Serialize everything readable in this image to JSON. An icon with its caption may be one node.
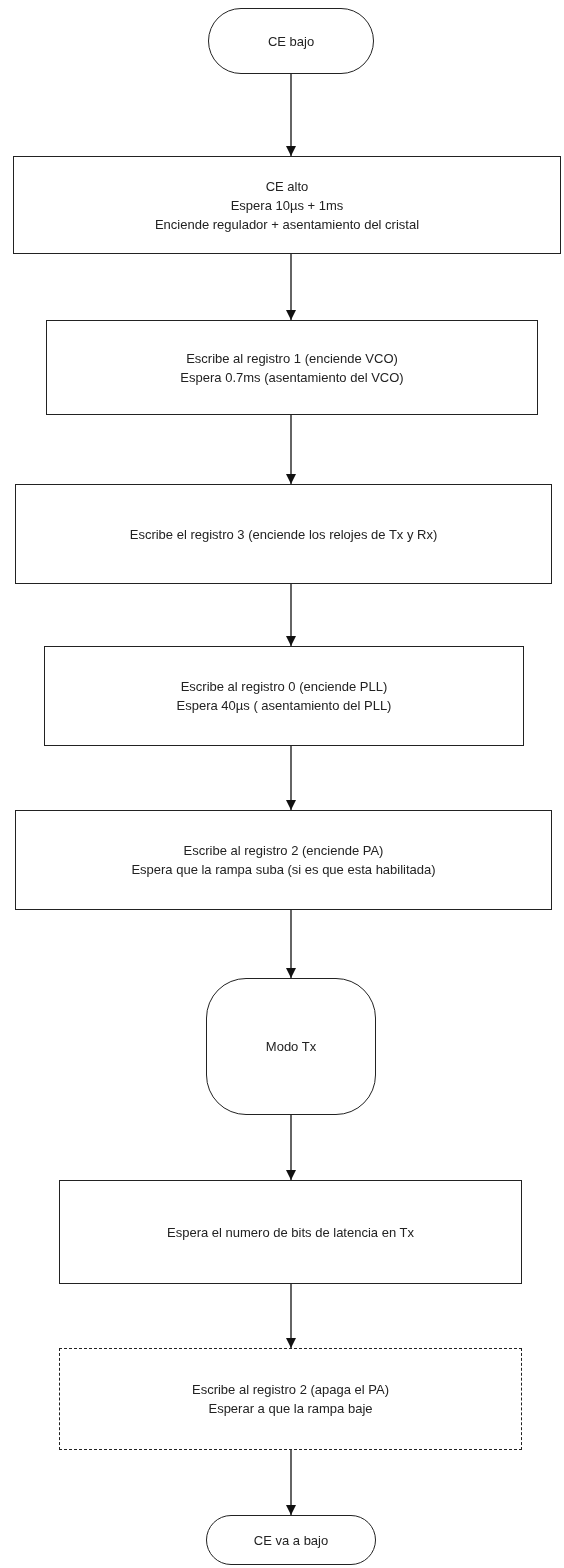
{
  "diagram": {
    "nodes": [
      {
        "text": [
          "CE bajo"
        ]
      },
      {
        "text": [
          "CE alto",
          "Espera 10µs + 1ms",
          "Enciende regulador + asentamiento del cristal"
        ]
      },
      {
        "text": [
          "Escribe al registro 1 (enciende VCO)",
          "Espera 0.7ms (asentamiento del VCO)"
        ]
      },
      {
        "text": [
          "Escribe el registro 3 (enciende los relojes de Tx y Rx)"
        ]
      },
      {
        "text": [
          "Escribe al registro 0 (enciende PLL)",
          "Espera 40µs ( asentamiento del PLL)"
        ]
      },
      {
        "text": [
          "Escribe al registro 2 (enciende PA)",
          "Espera que la rampa suba (si es que esta habilitada)"
        ]
      },
      {
        "text": [
          "Modo Tx"
        ]
      },
      {
        "text": [
          "Espera el numero de bits de latencia en Tx"
        ]
      },
      {
        "text": [
          "Escribe al registro 2 (apaga el PA)",
          "Esperar a que la rampa baje"
        ]
      },
      {
        "text": [
          "CE va a bajo"
        ]
      }
    ],
    "edges": [
      {
        "from": 0,
        "to": 1,
        "arrow": "to"
      },
      {
        "from": 1,
        "to": 2,
        "arrow": "to"
      },
      {
        "from": 2,
        "to": 3,
        "arrow": "to"
      },
      {
        "from": 3,
        "to": 4,
        "arrow": "to"
      },
      {
        "from": 4,
        "to": 5,
        "arrow": "to"
      },
      {
        "from": 5,
        "to": 6,
        "arrow": "to"
      },
      {
        "from": 6,
        "to": 7,
        "arrow": "to"
      },
      {
        "from": 7,
        "to": 8,
        "arrow": "to"
      },
      {
        "from": 8,
        "to": 9,
        "arrow": "to"
      }
    ]
  }
}
